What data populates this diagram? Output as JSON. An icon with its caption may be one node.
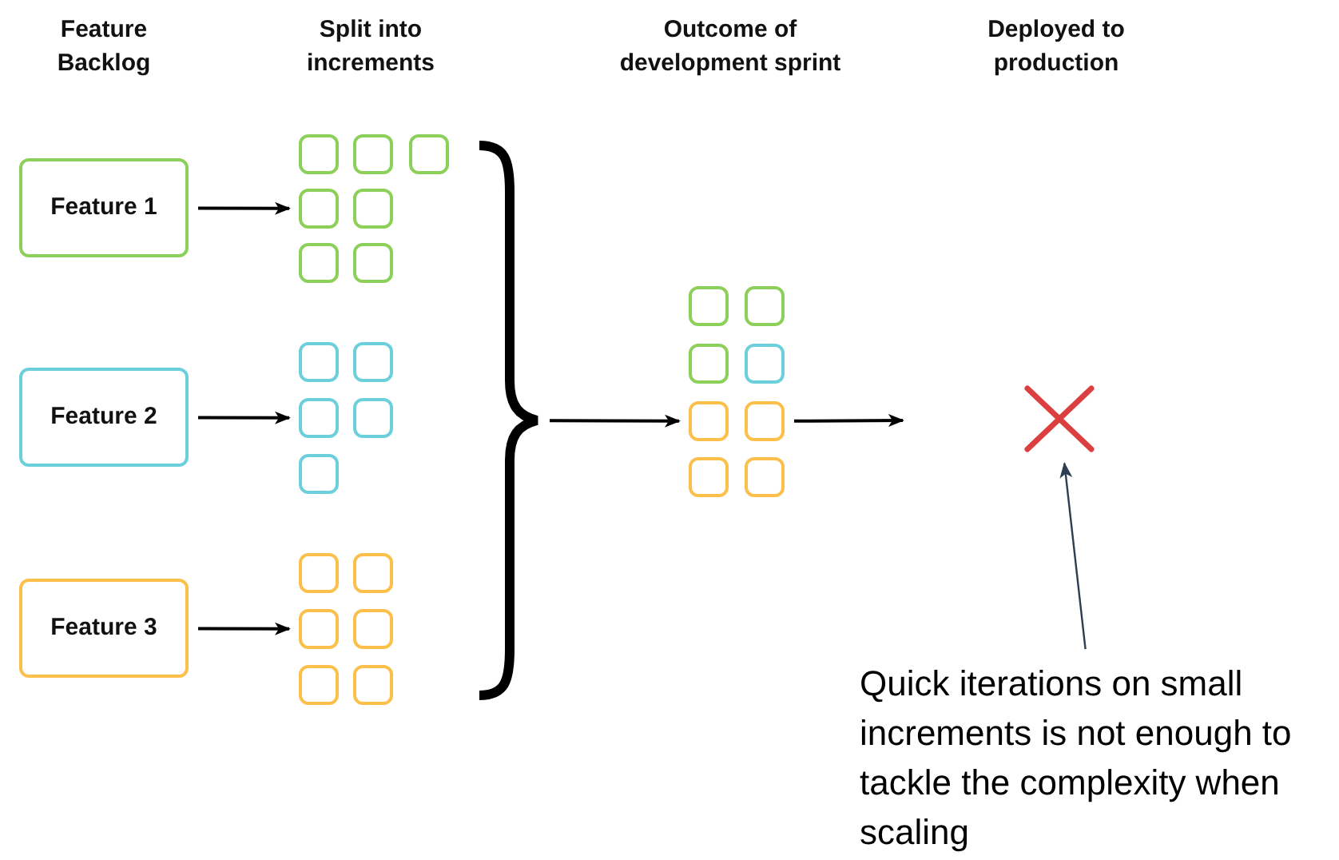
{
  "diagram": {
    "nodes": [
      {
        "text": [
          "Feature 1"
        ]
      },
      {
        "text": [],
        "shape": "box"
      },
      {
        "text": [],
        "shape": "box"
      },
      {
        "text": [],
        "shape": "box"
      },
      {
        "text": [],
        "shape": "box"
      },
      {
        "text": [],
        "shape": "box"
      },
      {
        "text": [],
        "shape": "box"
      },
      {
        "text": [],
        "shape": "box"
      },
      {
        "text": [
          "Feature 2"
        ]
      },
      {
        "text": [],
        "shape": "box"
      },
      {
        "text": [],
        "shape": "box"
      },
      {
        "text": [],
        "shape": "box"
      },
      {
        "text": [],
        "shape": "box"
      },
      {
        "text": [],
        "shape": "box"
      },
      {
        "text": [
          "Feature 3"
        ]
      },
      {
        "text": [],
        "shape": "box"
      },
      {
        "text": [],
        "shape": "box"
      },
      {
        "text": [],
        "shape": "box"
      },
      {
        "text": [],
        "shape": "box"
      },
      {
        "text": [],
        "shape": "box"
      },
      {
        "text": [],
        "shape": "box"
      },
      {
        "text": [],
        "shape": "brace"
      },
      {
        "text": [],
        "shape": "box"
      },
      {
        "text": [],
        "shape": "box"
      },
      {
        "text": [],
        "shape": "box"
      },
      {
        "text": [],
        "shape": "box"
      },
      {
        "text": [],
        "shape": "box"
      },
      {
        "text": [],
        "shape": "box"
      },
      {
        "text": [],
        "shape": "box"
      },
      {
        "text": [],
        "shape": "box"
      },
      {
        "text": [],
        "shape": "cross"
      },
      {
        "text": [
          "Quick iterations on small increments is not enough to tackle the complexity when scaling"
        ]
      }
    ],
    "edges": [
      {
        "from": 0,
        "to": 4,
        "arrow": "to"
      },
      {
        "from": 8,
        "to": 11,
        "arrow": "to"
      },
      {
        "from": 14,
        "to": 17,
        "arrow": "to"
      },
      {
        "from": 21,
        "to": 26,
        "arrow": "to"
      },
      {
        "from": 27,
        "to": null,
        "arrow": "to"
      },
      {
        "from": 31,
        "to": 30,
        "arrow": "to",
        "color": "#2c3e50"
      }
    ],
    "labels": [
      "Feature Backlog",
      "Split into increments",
      "Outcome of development sprint",
      "Deployed to production"
    ]
  }
}
